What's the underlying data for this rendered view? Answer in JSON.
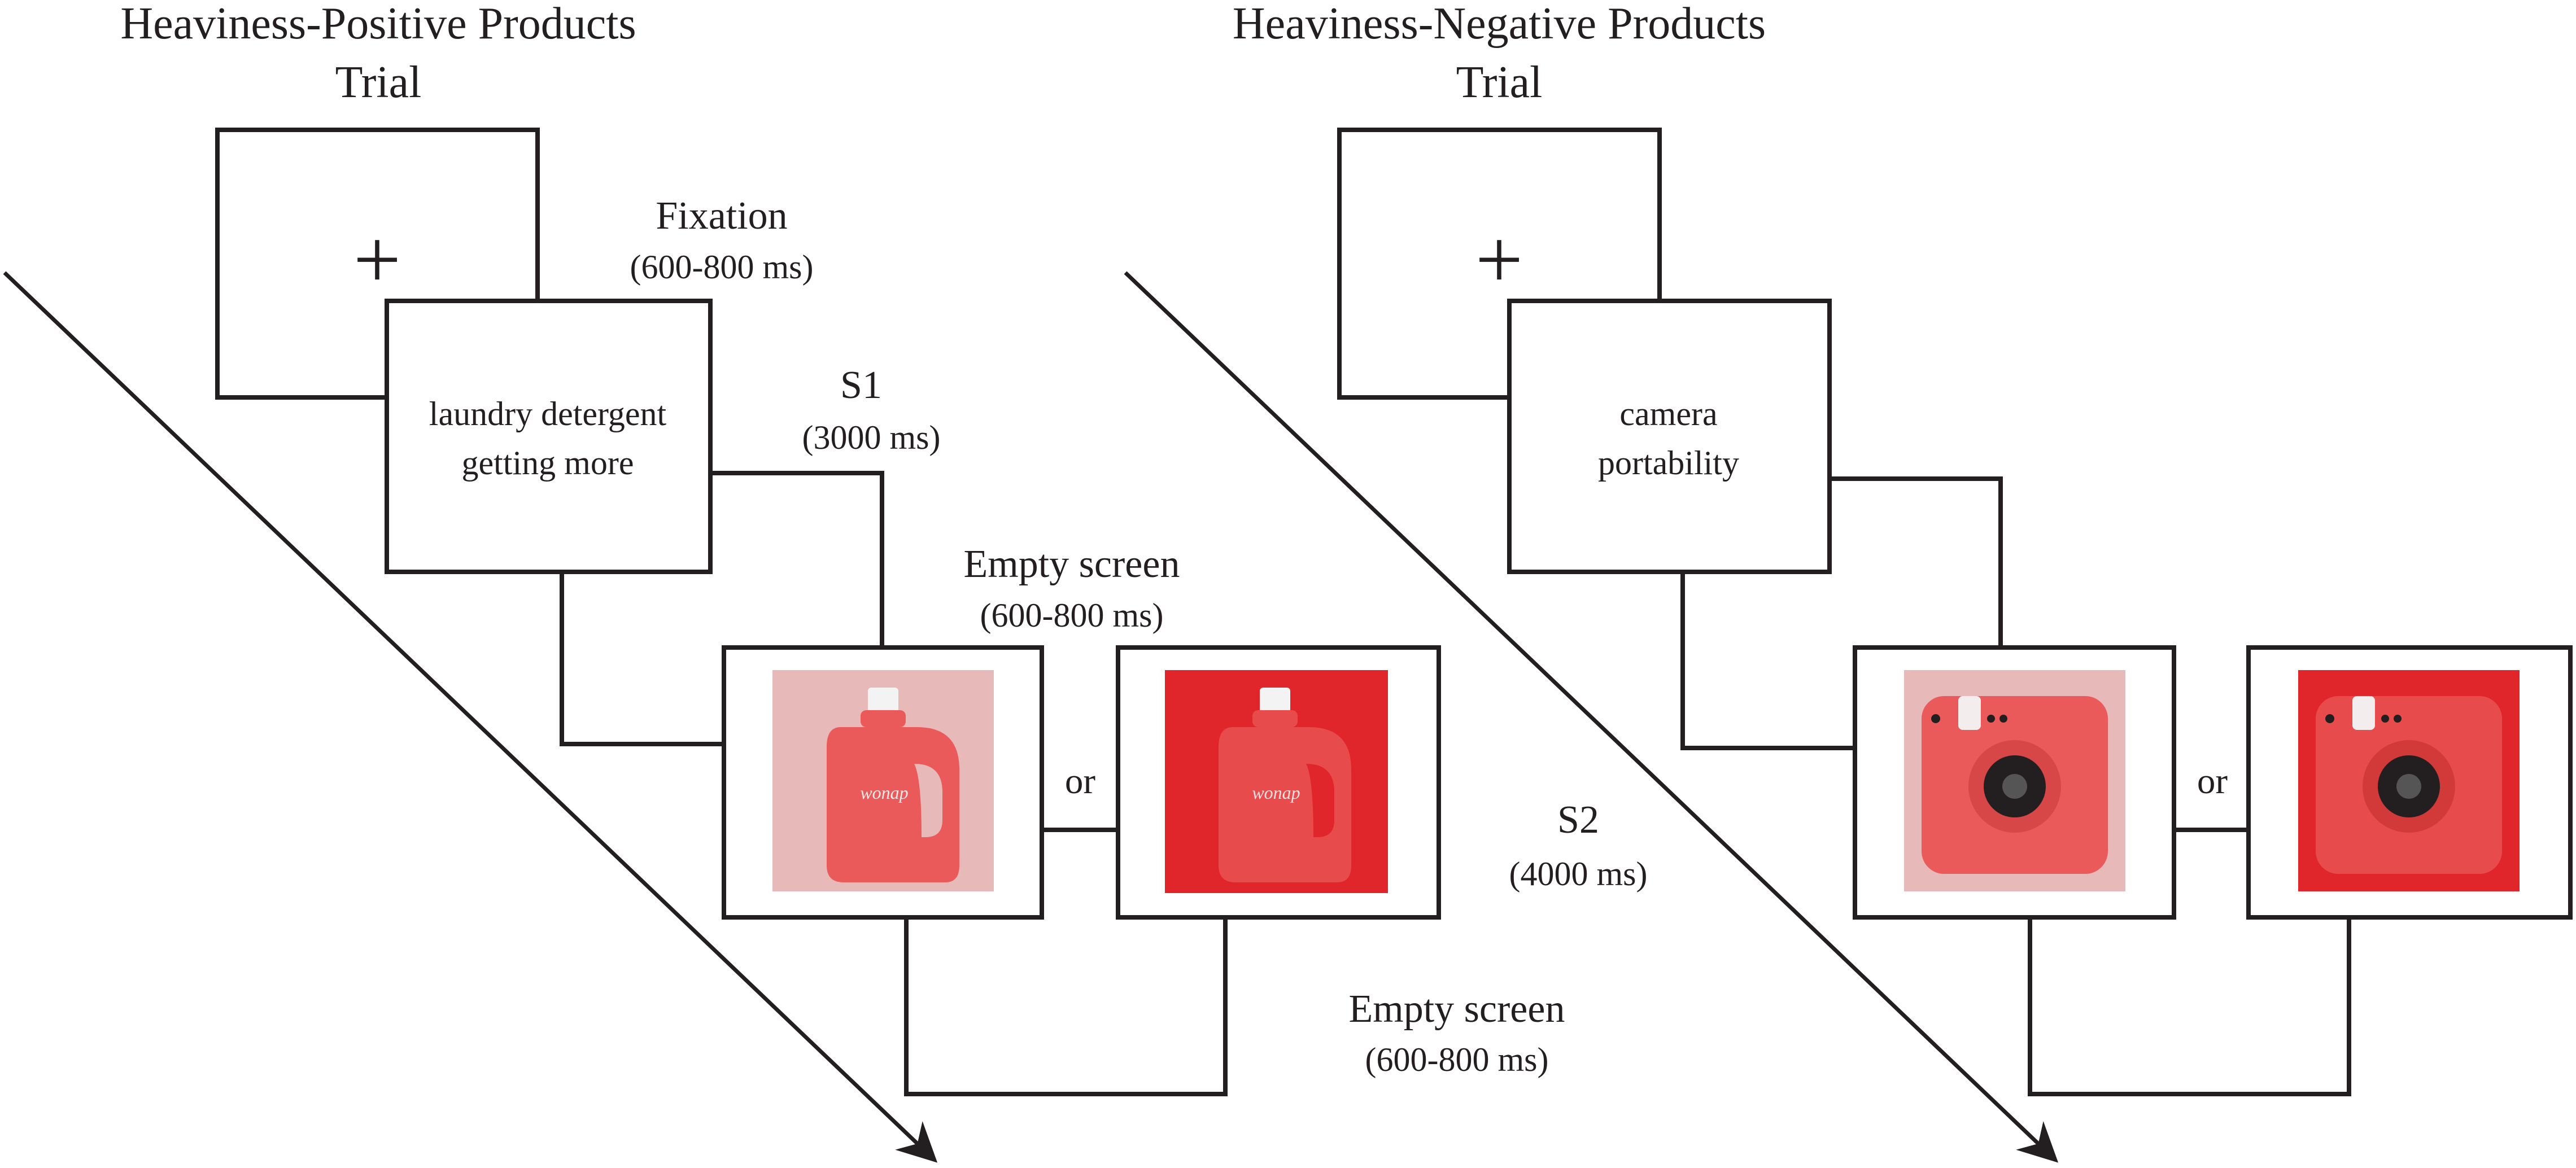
{
  "panels": [
    {
      "id": "positive",
      "title_line1": "Heaviness-Positive Products",
      "title_line2": "Trial",
      "fixation_symbol": "+",
      "fixation_label": "Fixation",
      "fixation_duration": "(600-800 ms)",
      "s1_text_line1": "laundry detergent",
      "s1_text_line2": "getting more",
      "s1_label": "S1",
      "s1_duration": "(3000 ms)",
      "empty1_label": "Empty screen",
      "empty1_duration": "(600-800 ms)",
      "product": "detergent bottle",
      "product_brand": "wonap",
      "or_label": "or",
      "empty2_label": "Empty screen",
      "empty2_duration": "(600-800 ms)"
    },
    {
      "id": "negative",
      "title_line1": "Heaviness-Negative Products",
      "title_line2": "Trial",
      "fixation_symbol": "+",
      "s1_text_line1": "camera",
      "s1_text_line2": "portability",
      "product": "instant camera",
      "or_label": "or",
      "s2_label": "S2",
      "s2_duration": "(4000 ms)"
    }
  ],
  "colors": {
    "line": "#231f20",
    "light_background": "#e8b9b9",
    "dark_background": "#e0252b",
    "product_light": "#ea5a5a",
    "product_dark": "#e84b4b"
  }
}
